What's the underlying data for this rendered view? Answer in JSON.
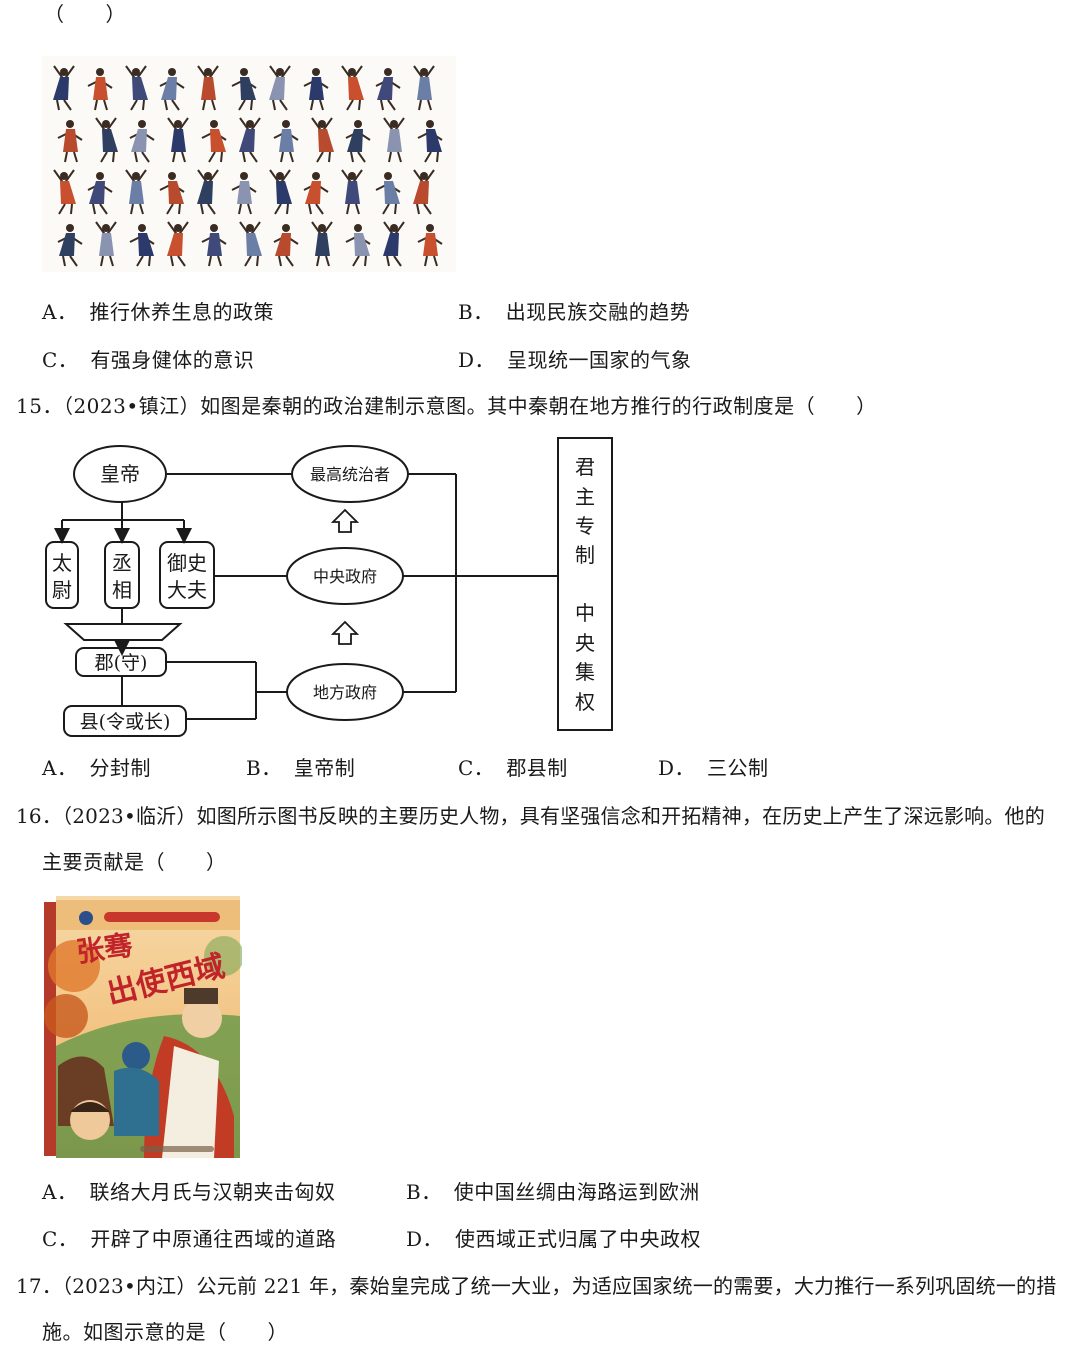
{
  "top_paren": "（　　）",
  "q14": {
    "options": [
      {
        "letter": "A．",
        "text": "推行休养生息的政策"
      },
      {
        "letter": "B．",
        "text": "出现民族交融的趋势"
      },
      {
        "letter": "C．",
        "text": "有强身健体的意识"
      },
      {
        "letter": "D．",
        "text": "呈现统一国家的气象"
      }
    ]
  },
  "q15": {
    "stem": "15．（2023•镇江）如图是秦朝的政治建制示意图。其中秦朝在地方推行的行政制度是（　　）",
    "diagram": {
      "emperor": "皇帝",
      "supreme": "最高统治者",
      "central": "中央政府",
      "local": "地方政府",
      "taiwei": [
        "太",
        "尉"
      ],
      "chengxiang": [
        "丞",
        "相"
      ],
      "yushi": [
        "御史",
        "大夫"
      ],
      "jun": "郡(守)",
      "xian": "县(令或长)",
      "right_box": [
        "君",
        "主",
        "专",
        "制",
        "中",
        "央",
        "集",
        "权"
      ]
    },
    "options": [
      {
        "letter": "A．",
        "text": "分封制"
      },
      {
        "letter": "B．",
        "text": "皇帝制"
      },
      {
        "letter": "C．",
        "text": "郡县制"
      },
      {
        "letter": "D．",
        "text": "三公制"
      }
    ]
  },
  "q16": {
    "stem_line1": "16．（2023•临沂）如图所示图书反映的主要历史人物，具有坚强信念和开拓精神，在历史上产生了深远影响。他的",
    "stem_line2": "主要贡献是（　　）",
    "book_title_1": "张骞",
    "book_title_2": "出使西域",
    "options": [
      {
        "letter": "A．",
        "text": "联络大月氏与汉朝夹击匈奴"
      },
      {
        "letter": "B．",
        "text": "使中国丝绸由海路运到欧洲"
      },
      {
        "letter": "C．",
        "text": "开辟了中原通往西域的道路"
      },
      {
        "letter": "D．",
        "text": "使西域正式归属了中央政权"
      }
    ]
  },
  "q17": {
    "stem_line1": "17．（2023•内江）公元前 221 年，秦始皇完成了统一大业，为适应国家统一的需要，大力推行一系列巩固统一的措",
    "stem_line2": "施。如图示意的是（　　）"
  }
}
